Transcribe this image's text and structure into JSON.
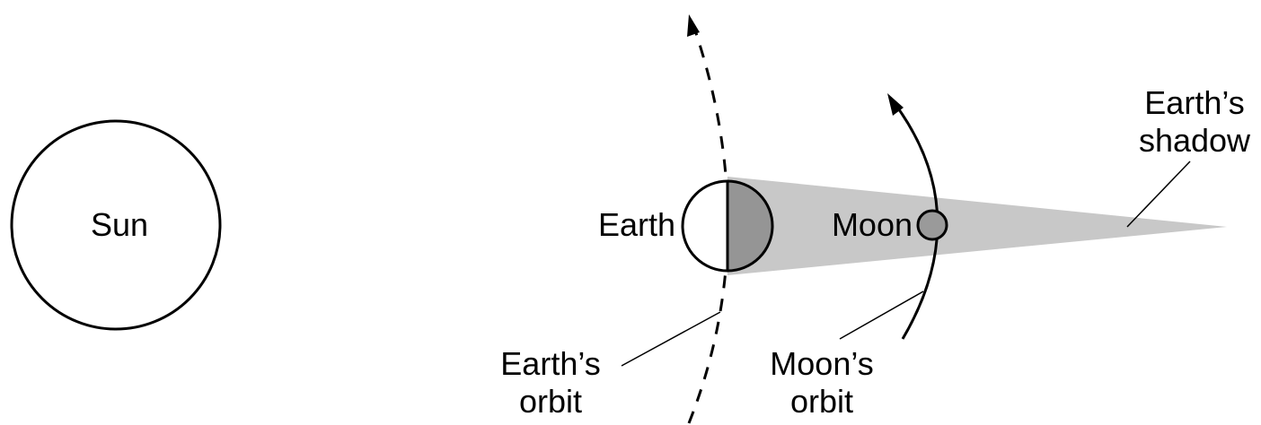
{
  "labels": {
    "sun": "Sun",
    "earth": "Earth",
    "moon": "Moon",
    "earths_shadow_line1": "Earth’s",
    "earths_shadow_line2": "shadow",
    "earths_orbit_line1": "Earth’s",
    "earths_orbit_line2": "orbit",
    "moons_orbit_line1": "Moon’s",
    "moons_orbit_line2": "orbit"
  },
  "colors": {
    "stroke": "#000000",
    "shadow": "#c8c8c8",
    "earth_dark_half": "#959595",
    "moon_fill": "#9a9a9a",
    "background": "#ffffff"
  }
}
